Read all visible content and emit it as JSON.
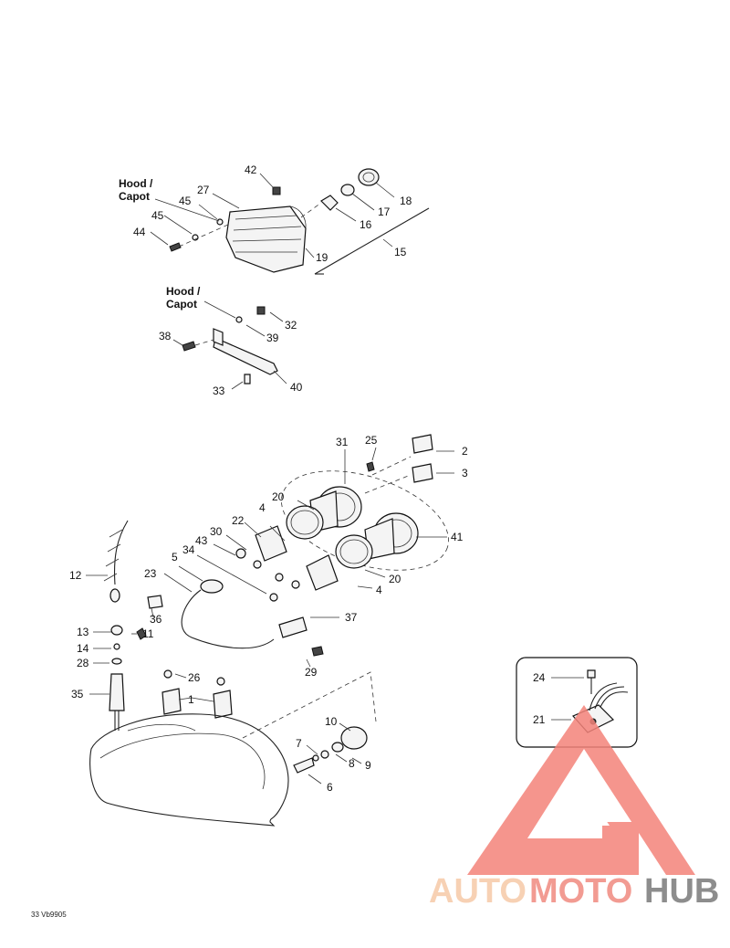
{
  "hood_label_top": [
    "Hood /",
    "Capot"
  ],
  "hood_label_mid": [
    "Hood /",
    "Capot"
  ],
  "callouts": {
    "c1": "1",
    "c2": "2",
    "c3": "3",
    "c4a": "4",
    "c4b": "4",
    "c5": "5",
    "c6": "6",
    "c7": "7",
    "c8": "8",
    "c9": "9",
    "c10": "10",
    "c11": "11",
    "c12": "12",
    "c13": "13",
    "c14": "14",
    "c15": "15",
    "c16": "16",
    "c17": "17",
    "c18": "18",
    "c19": "19",
    "c20a": "20",
    "c20b": "20",
    "c21": "21",
    "c22": "22",
    "c23": "23",
    "c24": "24",
    "c25": "25",
    "c26": "26",
    "c27": "27",
    "c28": "28",
    "c29": "29",
    "c30": "30",
    "c31": "31",
    "c32": "32",
    "c33": "33",
    "c34": "34",
    "c35": "35",
    "c36": "36",
    "c37": "37",
    "c38": "38",
    "c39": "39",
    "c40": "40",
    "c41": "41",
    "c42": "42",
    "c43": "43",
    "c44": "44",
    "c45a": "45",
    "c45b": "45"
  },
  "drawing_ref": "33 Vb9905",
  "watermark": {
    "part1": "AUTO",
    "part2": "MOTO",
    "part3": "HUB",
    "color1": "#f6c9a8",
    "color2": "#f08a80",
    "color3": "#7a7a7a",
    "logo_color": "#f4837a"
  }
}
